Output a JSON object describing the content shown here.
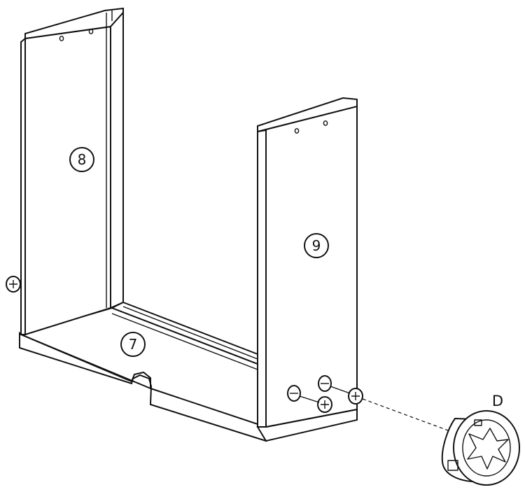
{
  "parts": {
    "bottom_panel": "7",
    "left_panel": "8",
    "right_panel": "9",
    "cam_lock": "D"
  }
}
